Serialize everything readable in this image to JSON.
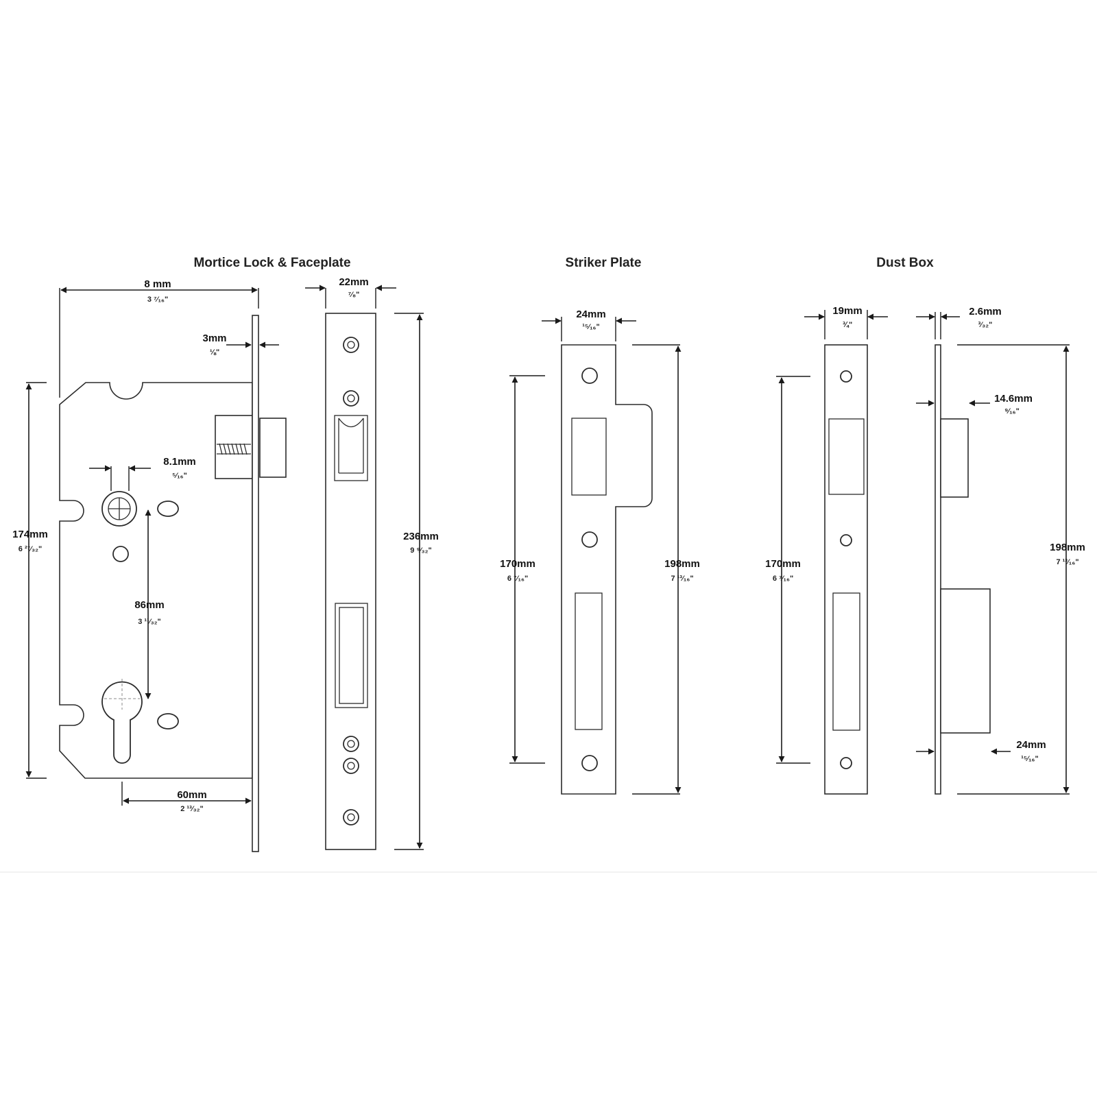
{
  "sections": {
    "mortice": {
      "title": "Mortice Lock & Faceplate"
    },
    "striker": {
      "title": "Striker Plate"
    },
    "dustbox": {
      "title": "Dust Box"
    }
  },
  "dimensions": {
    "mortice_width": {
      "mm": "8  mm",
      "inch": "3 ⁷⁄₁₆\""
    },
    "faceplate_width": {
      "mm": "22mm",
      "inch": "⁷⁄₈\""
    },
    "faceplate_thickness": {
      "mm": "3mm",
      "inch": "⅛\""
    },
    "spindle_size": {
      "mm": "8.1mm",
      "inch": "⁵⁄₁₆\""
    },
    "mortice_height": {
      "mm": "174mm",
      "inch": "6 ²⁷⁄₃₂\""
    },
    "centres": {
      "mm": "86mm",
      "inch": "3 ¹¹⁄₃₂\""
    },
    "backset": {
      "mm": "60mm",
      "inch": "2 ¹³⁄₃₂\""
    },
    "faceplate_height": {
      "mm": "236mm",
      "inch": "9 ⁹⁄₃₂\""
    },
    "striker_width": {
      "mm": "24mm",
      "inch": "¹⁵⁄₁₆\""
    },
    "striker_centres": {
      "mm": "170mm",
      "inch": "6 ⁷⁄₁₆\""
    },
    "striker_height": {
      "mm": "198mm",
      "inch": "7 ¹³⁄₁₆\""
    },
    "dust_width": {
      "mm": "19mm",
      "inch": "¾\""
    },
    "dust_thickness": {
      "mm": "2.6mm",
      "inch": "³⁄₃₂\""
    },
    "dust_box_depth": {
      "mm": "14.6mm",
      "inch": "⁹⁄₁₆\""
    },
    "dust_centres": {
      "mm": "170mm",
      "inch": "6 ⁷⁄₁₆\""
    },
    "dust_height": {
      "mm": "198mm",
      "inch": "7 ¹³⁄₁₆\""
    },
    "dust_box2_depth": {
      "mm": "24mm",
      "inch": "¹⁵⁄₁₆\""
    }
  },
  "colors": {
    "line": "#2b2b2b",
    "background": "#ffffff",
    "divider": "#eeeeee"
  }
}
